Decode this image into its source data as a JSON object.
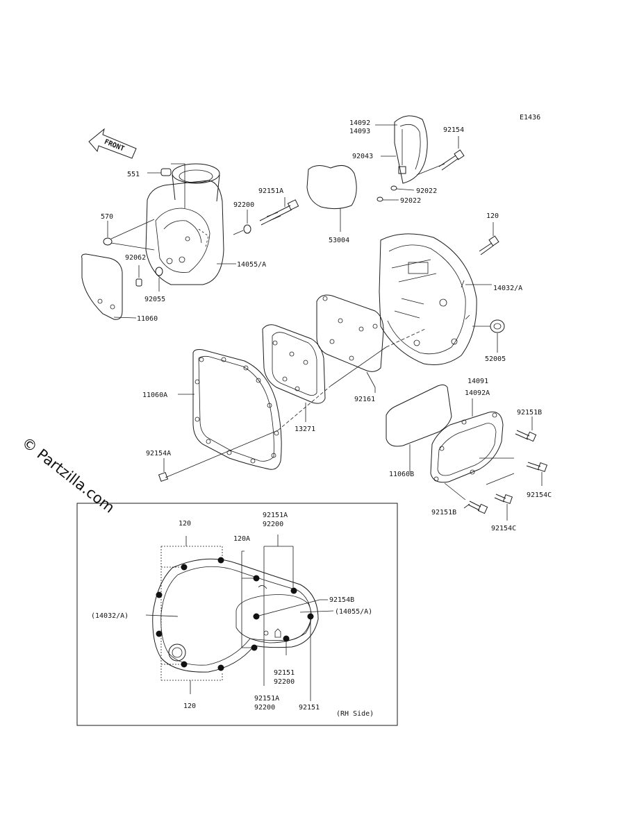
{
  "diagram_code": "E1436",
  "watermark": "© Partzilla.com",
  "front_label": "FRONT",
  "parts": {
    "p14092": "14092",
    "p14093": "14093",
    "p92154": "92154",
    "p92043": "92043",
    "p92022a": "92022",
    "p92022b": "92022",
    "p551": "551",
    "p92151A": "92151A",
    "p92200": "92200",
    "p570": "570",
    "p53004": "53004",
    "p120": "120",
    "p92062": "92062",
    "p14055A": "14055/A",
    "p14032A": "14032/A",
    "p92055": "92055",
    "p11060": "11060",
    "p52005": "52005",
    "p14091": "14091",
    "p14092A": "14092A",
    "p11060A": "11060A",
    "p92161": "92161",
    "p92151B_1": "92151B",
    "p13271": "13271",
    "p11060B": "11060B",
    "p92154A": "92154A",
    "p92154C_1": "92154C",
    "p92151B_2": "92151B",
    "p92154C_2": "92154C"
  },
  "inset": {
    "title": "(RH Side)",
    "labels": {
      "l120_top": "120",
      "l92151A_top": "92151A",
      "l92200_top": "92200",
      "l120A": "120A",
      "l14032A": "(14032/A)",
      "l92154B": "92154B",
      "l14055A": "(14055/A)",
      "l92151_mid": "92151",
      "l92200_mid": "92200",
      "l92151A_bot": "92151A",
      "l92200_bot": "92200",
      "l92151_bot": "92151",
      "l120_bot": "120"
    }
  }
}
